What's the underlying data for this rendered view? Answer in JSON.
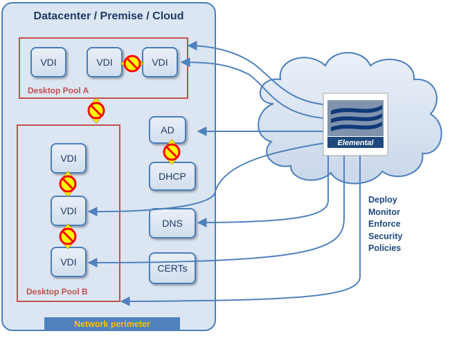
{
  "diagram": {
    "container_title": "Datacenter / Premise / Cloud",
    "network_perimeter_label": "Network perimeter",
    "pool_a_label": "Desktop Pool A",
    "pool_b_label": "Desktop Pool B",
    "pool_a_vdis": [
      "VDI",
      "VDI",
      "VDI"
    ],
    "pool_b_vdis": [
      "VDI",
      "VDI",
      "VDI"
    ],
    "services": [
      "AD",
      "DHCP",
      "DNS",
      "CERTs"
    ],
    "logo_text": "Elemental",
    "actions": [
      "Deploy",
      "Monitor",
      "Enforce",
      "Security",
      "Policies"
    ]
  },
  "colors": {
    "container_fill": "#dce6f2",
    "container_border": "#4a7ebb",
    "pool_border": "#c0504d",
    "footer_fill": "#4f81bd",
    "footer_text": "#ffc000",
    "arrow": "#4f81bd",
    "no_sign": "#ff0000",
    "no_sign_fill": "#ffff00"
  },
  "icons": [
    "no-entry-icon",
    "double-arrow-icon",
    "cloud-icon",
    "elemental-logo"
  ]
}
